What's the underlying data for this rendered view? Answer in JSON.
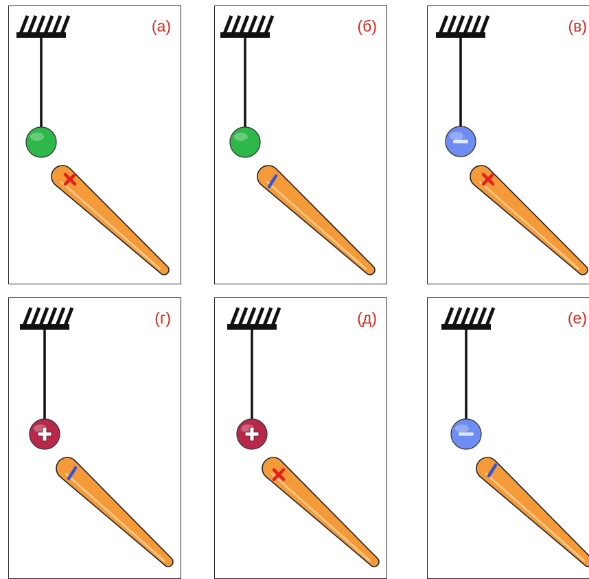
{
  "panels": [
    {
      "label": "(а)",
      "ball": "neutral",
      "rod": "unknown"
    },
    {
      "label": "(б)",
      "ball": "neutral",
      "rod": "negative"
    },
    {
      "label": "(в)",
      "ball": "negative",
      "rod": "unknown"
    },
    {
      "label": "(г)",
      "ball": "positive",
      "rod": "negative"
    },
    {
      "label": "(д)",
      "ball": "positive",
      "rod": "unknown"
    },
    {
      "label": "(е)",
      "ball": "negative",
      "rod": "negative"
    }
  ],
  "legend": {
    "ball_neutral": "green-ball-icon",
    "ball_negative": "blue-minus-ball-icon",
    "ball_positive": "red-plus-ball-icon",
    "rod_unknown": "red-cross-icon",
    "rod_negative": "blue-dash-icon"
  },
  "colors": {
    "label": "#d42a1e",
    "neutral_ball": "#2fb84a",
    "negative_ball": "#6e8cf2",
    "positive_ball": "#b8284a",
    "rod": "#f49a38",
    "cross": "#e81e1e",
    "dash": "#3355dd"
  }
}
